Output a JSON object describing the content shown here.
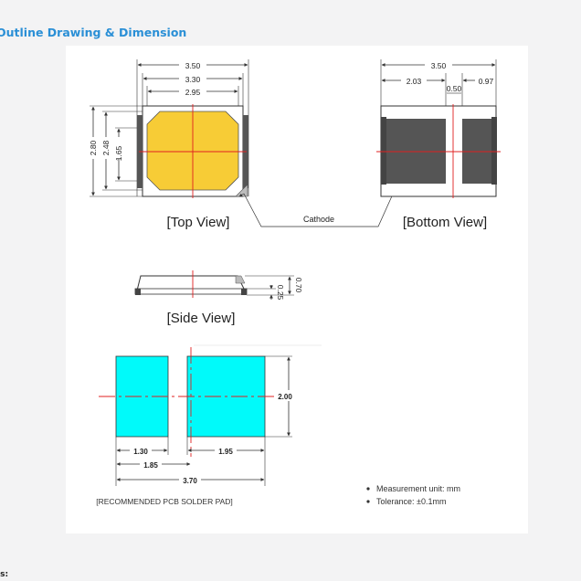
{
  "section_title": "Outline Drawing & Dimension",
  "top_view": {
    "caption": "[Top View]",
    "width_labels": [
      "3.50",
      "3.30",
      "2.95"
    ],
    "height_labels": [
      "2.80",
      "2.48",
      "1.65"
    ]
  },
  "bottom_view": {
    "caption": "[Bottom View]",
    "width_label": "3.50",
    "left_pad_label": "2.03",
    "gap_label": "0.50",
    "right_pad_label": "0.97"
  },
  "cathode_label": "Cathode",
  "side_view": {
    "caption": "[Side View]",
    "height_label": "0.70",
    "base_label": "0.25"
  },
  "solder_pad": {
    "caption": "[RECOMMENDED PCB SOLDER PAD]",
    "height_label": "2.00",
    "left_pad_label": "1.30",
    "pitch_label": "1.85",
    "right_pad_label": "1.95",
    "total_label": "3.70"
  },
  "notes": [
    "Measurement unit: mm",
    "Tolerance:  ±0.1mm"
  ],
  "footer_label": "es:",
  "colors": {
    "title": "#2a8fd6",
    "led": "#f7cc36",
    "pad": "#00fafa",
    "dark": "#555555",
    "cross": "#e02020"
  }
}
